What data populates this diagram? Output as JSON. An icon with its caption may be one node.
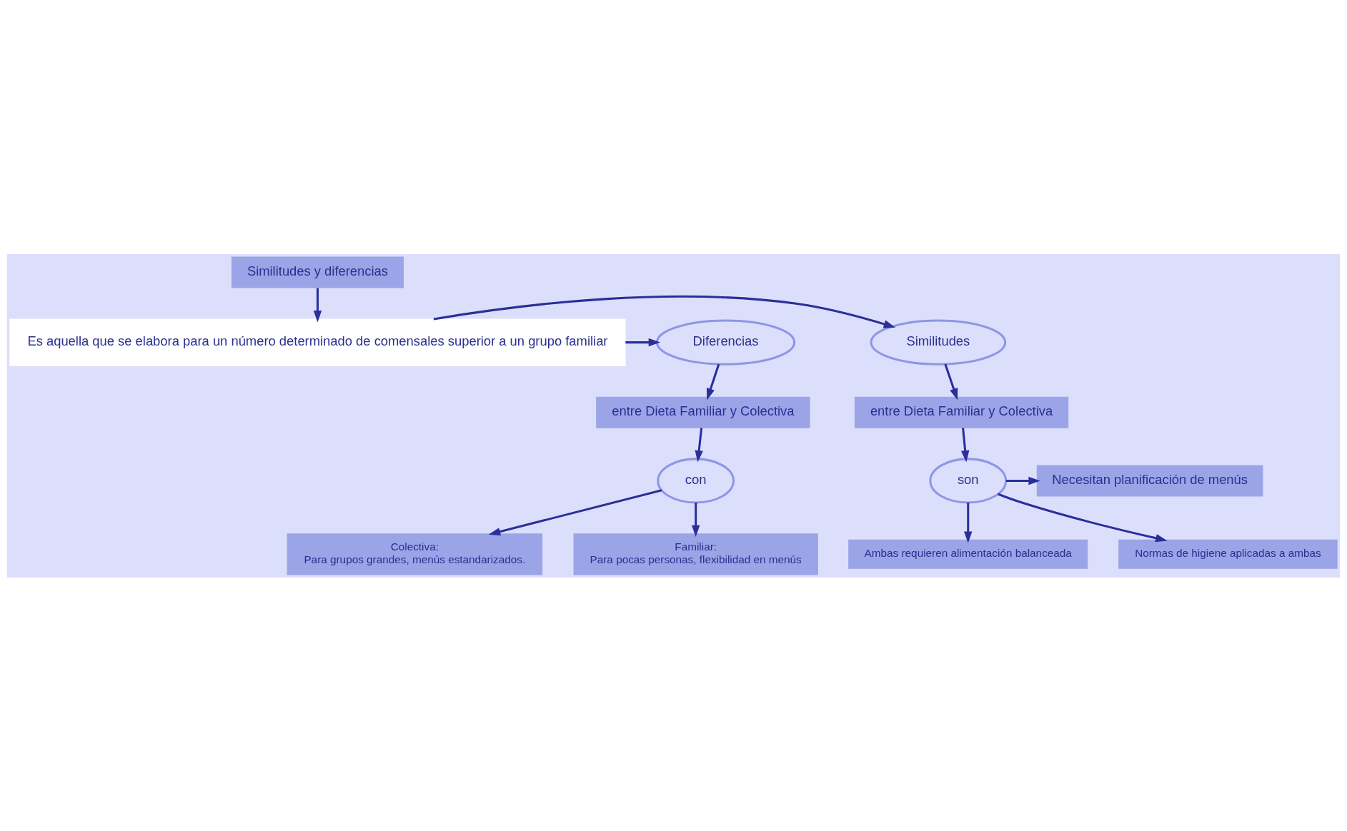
{
  "diagram": {
    "nodes": [
      {
        "text": [
          "Similitudes y diferencias"
        ]
      },
      {
        "text": [
          "Es aquella que se elabora para un número determinado de comensales superior a un grupo familiar"
        ]
      },
      {
        "text": [
          "Similitudes"
        ]
      },
      {
        "text": [
          "Diferencias"
        ]
      },
      {
        "text": [
          "entre Dieta Familiar y Colectiva"
        ]
      },
      {
        "text": [
          "entre Dieta Familiar y Colectiva"
        ]
      },
      {
        "text": [
          "son"
        ]
      },
      {
        "text": [
          "con"
        ]
      },
      {
        "text": [
          "Necesitan planificación de menús"
        ]
      },
      {
        "text": [
          "Ambas requieren alimentación balanceada"
        ]
      },
      {
        "text": [
          "Normas de higiene aplicadas a ambas"
        ]
      },
      {
        "text": [
          "Colectiva:",
          "Para grupos grandes, menús estandarizados."
        ]
      },
      {
        "text": [
          "Familiar:",
          "Para pocas personas, flexibilidad en menús"
        ]
      }
    ],
    "edges": [
      {
        "from": 0,
        "to": 1,
        "arrow": "to"
      },
      {
        "from": 1,
        "to": 2,
        "arrow": "to"
      },
      {
        "from": 1,
        "to": 3,
        "arrow": "to"
      },
      {
        "from": 2,
        "to": 4,
        "arrow": "to"
      },
      {
        "from": 3,
        "to": 5,
        "arrow": "to"
      },
      {
        "from": 4,
        "to": 6,
        "arrow": "to"
      },
      {
        "from": 5,
        "to": 7,
        "arrow": "to"
      },
      {
        "from": 6,
        "to": 8,
        "arrow": "to"
      },
      {
        "from": 6,
        "to": 9,
        "arrow": "to"
      },
      {
        "from": 6,
        "to": 10,
        "arrow": "to"
      },
      {
        "from": 7,
        "to": 11,
        "arrow": "to"
      },
      {
        "from": 7,
        "to": 12,
        "arrow": "to"
      }
    ]
  }
}
